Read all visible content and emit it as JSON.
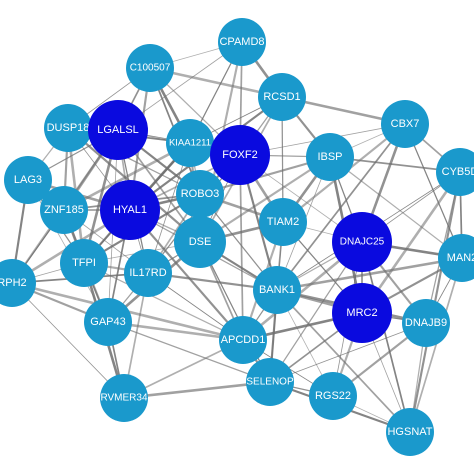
{
  "colors": {
    "background": "#ffffff",
    "node_default": "#1a99cc",
    "node_highlight": "#0a0adf",
    "edge": "#6e6e6e",
    "label": "#ffffff"
  },
  "network": {
    "nodes": [
      {
        "id": "CPAMD8",
        "label": "CPAMD8",
        "highlight": false
      },
      {
        "id": "C1005",
        "label": "C100507",
        "highlight": false
      },
      {
        "id": "RCSD1",
        "label": "RCSD1",
        "highlight": false
      },
      {
        "id": "CBX7",
        "label": "CBX7",
        "highlight": false
      },
      {
        "id": "DUSP18",
        "label": "DUSP18",
        "highlight": false
      },
      {
        "id": "LGALSL",
        "label": "LGALSL",
        "highlight": true
      },
      {
        "id": "KIAA1211",
        "label": "KIAA1211",
        "highlight": false
      },
      {
        "id": "FOXF2",
        "label": "FOXF2",
        "highlight": true
      },
      {
        "id": "IBSP",
        "label": "IBSP",
        "highlight": false
      },
      {
        "id": "CYB5D",
        "label": "CYB5D",
        "highlight": false
      },
      {
        "id": "LAG3",
        "label": "LAG3",
        "highlight": false
      },
      {
        "id": "ZNF185",
        "label": "ZNF185",
        "highlight": false
      },
      {
        "id": "HYAL1",
        "label": "HYAL1",
        "highlight": true
      },
      {
        "id": "ROBO3",
        "label": "ROBO3",
        "highlight": false
      },
      {
        "id": "TIAM2",
        "label": "TIAM2",
        "highlight": false
      },
      {
        "id": "DNAJC25",
        "label": "DNAJC25",
        "highlight": true
      },
      {
        "id": "MAN2",
        "label": "MAN2",
        "highlight": false
      },
      {
        "id": "DSE",
        "label": "DSE",
        "highlight": false
      },
      {
        "id": "TFPI",
        "label": "TFPI",
        "highlight": false
      },
      {
        "id": "RPH2",
        "label": "RPH2",
        "highlight": false
      },
      {
        "id": "IL17RD",
        "label": "IL17RD",
        "highlight": false
      },
      {
        "id": "BANK1",
        "label": "BANK1",
        "highlight": false
      },
      {
        "id": "MRC2",
        "label": "MRC2",
        "highlight": true
      },
      {
        "id": "DNAJB9",
        "label": "DNAJB9",
        "highlight": false
      },
      {
        "id": "GAP43",
        "label": "GAP43",
        "highlight": false
      },
      {
        "id": "APCDD1",
        "label": "APCDD1",
        "highlight": false
      },
      {
        "id": "RVMER34",
        "label": "RVMER34",
        "highlight": false
      },
      {
        "id": "SELENOP",
        "label": "SELENOP",
        "highlight": false
      },
      {
        "id": "RGS22",
        "label": "RGS22",
        "highlight": false
      },
      {
        "id": "HGSNAT",
        "label": "HGSNAT",
        "highlight": false
      }
    ],
    "edges": [
      [
        "CPAMD8",
        "C1005"
      ],
      [
        "CPAMD8",
        "FOXF2"
      ],
      [
        "CPAMD8",
        "RCSD1"
      ],
      [
        "CPAMD8",
        "KIAA1211"
      ],
      [
        "CPAMD8",
        "DSE"
      ],
      [
        "CPAMD8",
        "LGALSL"
      ],
      [
        "C1005",
        "LGALSL"
      ],
      [
        "C1005",
        "KIAA1211"
      ],
      [
        "C1005",
        "FOXF2"
      ],
      [
        "C1005",
        "HYAL1"
      ],
      [
        "C1005",
        "DUSP18"
      ],
      [
        "C1005",
        "ROBO3"
      ],
      [
        "C1005",
        "RCSD1"
      ],
      [
        "RCSD1",
        "FOXF2"
      ],
      [
        "RCSD1",
        "IBSP"
      ],
      [
        "RCSD1",
        "KIAA1211"
      ],
      [
        "RCSD1",
        "DSE"
      ],
      [
        "RCSD1",
        "CBX7"
      ],
      [
        "RCSD1",
        "TIAM2"
      ],
      [
        "RCSD1",
        "HYAL1"
      ],
      [
        "CBX7",
        "IBSP"
      ],
      [
        "CBX7",
        "CYB5D"
      ],
      [
        "CBX7",
        "DNAJC25"
      ],
      [
        "CBX7",
        "MAN2"
      ],
      [
        "CBX7",
        "TIAM2"
      ],
      [
        "CBX7",
        "FOXF2"
      ],
      [
        "CBX7",
        "BANK1"
      ],
      [
        "DUSP18",
        "LGALSL"
      ],
      [
        "DUSP18",
        "LAG3"
      ],
      [
        "DUSP18",
        "ZNF185"
      ],
      [
        "DUSP18",
        "HYAL1"
      ],
      [
        "DUSP18",
        "KIAA1211"
      ],
      [
        "DUSP18",
        "TFPI"
      ],
      [
        "DUSP18",
        "ROBO3"
      ],
      [
        "DUSP18",
        "DSE"
      ],
      [
        "LGALSL",
        "KIAA1211"
      ],
      [
        "LGALSL",
        "HYAL1"
      ],
      [
        "LGALSL",
        "ZNF185"
      ],
      [
        "LGALSL",
        "LAG3"
      ],
      [
        "LGALSL",
        "ROBO3"
      ],
      [
        "LGALSL",
        "FOXF2"
      ],
      [
        "LGALSL",
        "DSE"
      ],
      [
        "LGALSL",
        "TFPI"
      ],
      [
        "LGALSL",
        "IL17RD"
      ],
      [
        "LGALSL",
        "RPH2"
      ],
      [
        "LGALSL",
        "GAP43"
      ],
      [
        "KIAA1211",
        "FOXF2"
      ],
      [
        "KIAA1211",
        "HYAL1"
      ],
      [
        "KIAA1211",
        "ROBO3"
      ],
      [
        "KIAA1211",
        "DSE"
      ],
      [
        "KIAA1211",
        "IL17RD"
      ],
      [
        "KIAA1211",
        "TFPI"
      ],
      [
        "KIAA1211",
        "ZNF185"
      ],
      [
        "FOXF2",
        "IBSP"
      ],
      [
        "FOXF2",
        "ROBO3"
      ],
      [
        "FOXF2",
        "DSE"
      ],
      [
        "FOXF2",
        "HYAL1"
      ],
      [
        "FOXF2",
        "TIAM2"
      ],
      [
        "FOXF2",
        "IL17RD"
      ],
      [
        "FOXF2",
        "BANK1"
      ],
      [
        "FOXF2",
        "DNAJC25"
      ],
      [
        "FOXF2",
        "APCDD1"
      ],
      [
        "IBSP",
        "TIAM2"
      ],
      [
        "IBSP",
        "DNAJC25"
      ],
      [
        "IBSP",
        "DSE"
      ],
      [
        "IBSP",
        "BANK1"
      ],
      [
        "IBSP",
        "CYB5D"
      ],
      [
        "IBSP",
        "MRC2"
      ],
      [
        "IBSP",
        "MAN2"
      ],
      [
        "IBSP",
        "ROBO3"
      ],
      [
        "CYB5D",
        "DNAJC25"
      ],
      [
        "CYB5D",
        "MAN2"
      ],
      [
        "CYB5D",
        "MRC2"
      ],
      [
        "CYB5D",
        "DNAJB9"
      ],
      [
        "CYB5D",
        "HGSNAT"
      ],
      [
        "CYB5D",
        "BANK1"
      ],
      [
        "LAG3",
        "ZNF185"
      ],
      [
        "LAG3",
        "HYAL1"
      ],
      [
        "LAG3",
        "TFPI"
      ],
      [
        "LAG3",
        "RPH2"
      ],
      [
        "LAG3",
        "GAP43"
      ],
      [
        "ZNF185",
        "HYAL1"
      ],
      [
        "ZNF185",
        "TFPI"
      ],
      [
        "ZNF185",
        "RPH2"
      ],
      [
        "ZNF185",
        "GAP43"
      ],
      [
        "ZNF185",
        "IL17RD"
      ],
      [
        "ZNF185",
        "ROBO3"
      ],
      [
        "HYAL1",
        "ROBO3"
      ],
      [
        "HYAL1",
        "DSE"
      ],
      [
        "HYAL1",
        "TFPI"
      ],
      [
        "HYAL1",
        "IL17RD"
      ],
      [
        "HYAL1",
        "GAP43"
      ],
      [
        "HYAL1",
        "RPH2"
      ],
      [
        "HYAL1",
        "BANK1"
      ],
      [
        "HYAL1",
        "APCDD1"
      ],
      [
        "ROBO3",
        "DSE"
      ],
      [
        "ROBO3",
        "IL17RD"
      ],
      [
        "ROBO3",
        "TIAM2"
      ],
      [
        "ROBO3",
        "BANK1"
      ],
      [
        "ROBO3",
        "TFPI"
      ],
      [
        "TIAM2",
        "DNAJC25"
      ],
      [
        "TIAM2",
        "BANK1"
      ],
      [
        "TIAM2",
        "DSE"
      ],
      [
        "TIAM2",
        "MRC2"
      ],
      [
        "TIAM2",
        "APCDD1"
      ],
      [
        "TIAM2",
        "SELENOP"
      ],
      [
        "DNAJC25",
        "MRC2"
      ],
      [
        "DNAJC25",
        "MAN2"
      ],
      [
        "DNAJC25",
        "BANK1"
      ],
      [
        "DNAJC25",
        "DNAJB9"
      ],
      [
        "DNAJC25",
        "RGS22"
      ],
      [
        "DNAJC25",
        "HGSNAT"
      ],
      [
        "DNAJC25",
        "APCDD1"
      ],
      [
        "DNAJC25",
        "SELENOP"
      ],
      [
        "MAN2",
        "MRC2"
      ],
      [
        "MAN2",
        "DNAJB9"
      ],
      [
        "MAN2",
        "HGSNAT"
      ],
      [
        "MAN2",
        "BANK1"
      ],
      [
        "DSE",
        "IL17RD"
      ],
      [
        "DSE",
        "BANK1"
      ],
      [
        "DSE",
        "TFPI"
      ],
      [
        "DSE",
        "APCDD1"
      ],
      [
        "DSE",
        "GAP43"
      ],
      [
        "DSE",
        "SELENOP"
      ],
      [
        "TFPI",
        "IL17RD"
      ],
      [
        "TFPI",
        "RPH2"
      ],
      [
        "TFPI",
        "GAP43"
      ],
      [
        "TFPI",
        "RVMER34"
      ],
      [
        "TFPI",
        "APCDD1"
      ],
      [
        "RPH2",
        "GAP43"
      ],
      [
        "RPH2",
        "RVMER34"
      ],
      [
        "RPH2",
        "IL17RD"
      ],
      [
        "RPH2",
        "APCDD1"
      ],
      [
        "IL17RD",
        "GAP43"
      ],
      [
        "IL17RD",
        "BANK1"
      ],
      [
        "IL17RD",
        "APCDD1"
      ],
      [
        "IL17RD",
        "RVMER34"
      ],
      [
        "BANK1",
        "MRC2"
      ],
      [
        "BANK1",
        "APCDD1"
      ],
      [
        "BANK1",
        "SELENOP"
      ],
      [
        "BANK1",
        "RGS22"
      ],
      [
        "BANK1",
        "HGSNAT"
      ],
      [
        "BANK1",
        "DNAJB9"
      ],
      [
        "MRC2",
        "DNAJB9"
      ],
      [
        "MRC2",
        "RGS22"
      ],
      [
        "MRC2",
        "HGSNAT"
      ],
      [
        "MRC2",
        "SELENOP"
      ],
      [
        "MRC2",
        "APCDD1"
      ],
      [
        "DNAJB9",
        "HGSNAT"
      ],
      [
        "DNAJB9",
        "RGS22"
      ],
      [
        "DNAJB9",
        "SELENOP"
      ],
      [
        "GAP43",
        "RVMER34"
      ],
      [
        "GAP43",
        "APCDD1"
      ],
      [
        "GAP43",
        "SELENOP"
      ],
      [
        "APCDD1",
        "SELENOP"
      ],
      [
        "APCDD1",
        "RGS22"
      ],
      [
        "APCDD1",
        "RVMER34"
      ],
      [
        "RVMER34",
        "SELENOP"
      ],
      [
        "SELENOP",
        "RGS22"
      ],
      [
        "SELENOP",
        "HGSNAT"
      ],
      [
        "RGS22",
        "HGSNAT"
      ]
    ]
  }
}
